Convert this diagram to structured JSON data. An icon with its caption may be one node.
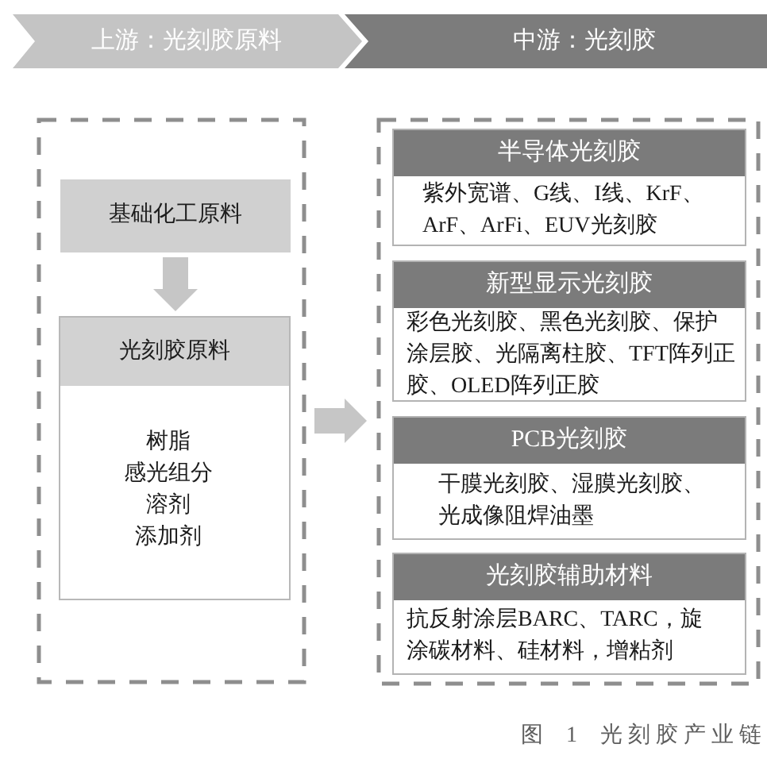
{
  "diagram": {
    "caption": "图 1 光刻胶产业链",
    "nodes": [
      {
        "text": [
          "上游：光刻胶原料"
        ]
      },
      {
        "text": [
          "中游：光刻胶"
        ]
      },
      {
        "text": [],
        "shape": "box"
      },
      {
        "text": [
          "基础化工原料"
        ],
        "in": 2
      },
      {
        "text": [
          "光刻胶原料",
          "树脂",
          "感光组分",
          "溶剂",
          "添加剂"
        ],
        "in": 2
      },
      {
        "text": [],
        "shape": "box"
      },
      {
        "text": [
          "半导体光刻胶",
          "紫外宽谱、G线、I线、KrF、ArF、ArFi、EUV光刻胶"
        ],
        "in": 5
      },
      {
        "text": [
          "新型显示光刻胶",
          "彩色光刻胶、黑色光刻胶、保护涂层胶、光隔离柱胶、TFT阵列正胶、OLED阵列正胶"
        ],
        "in": 5
      },
      {
        "text": [
          "PCB光刻胶",
          "干膜光刻胶、湿膜光刻胶、光成像阻焊油墨"
        ],
        "in": 5
      },
      {
        "text": [
          "光刻胶辅助材料",
          "抗反射涂层BARC、TARC，旋涂碳材料、硅材料，增粘剂"
        ],
        "in": 5
      }
    ],
    "edges": [
      {
        "from": 3,
        "to": 4,
        "arrow": "to"
      },
      {
        "from": 2,
        "to": 5,
        "arrow": "to"
      }
    ]
  }
}
